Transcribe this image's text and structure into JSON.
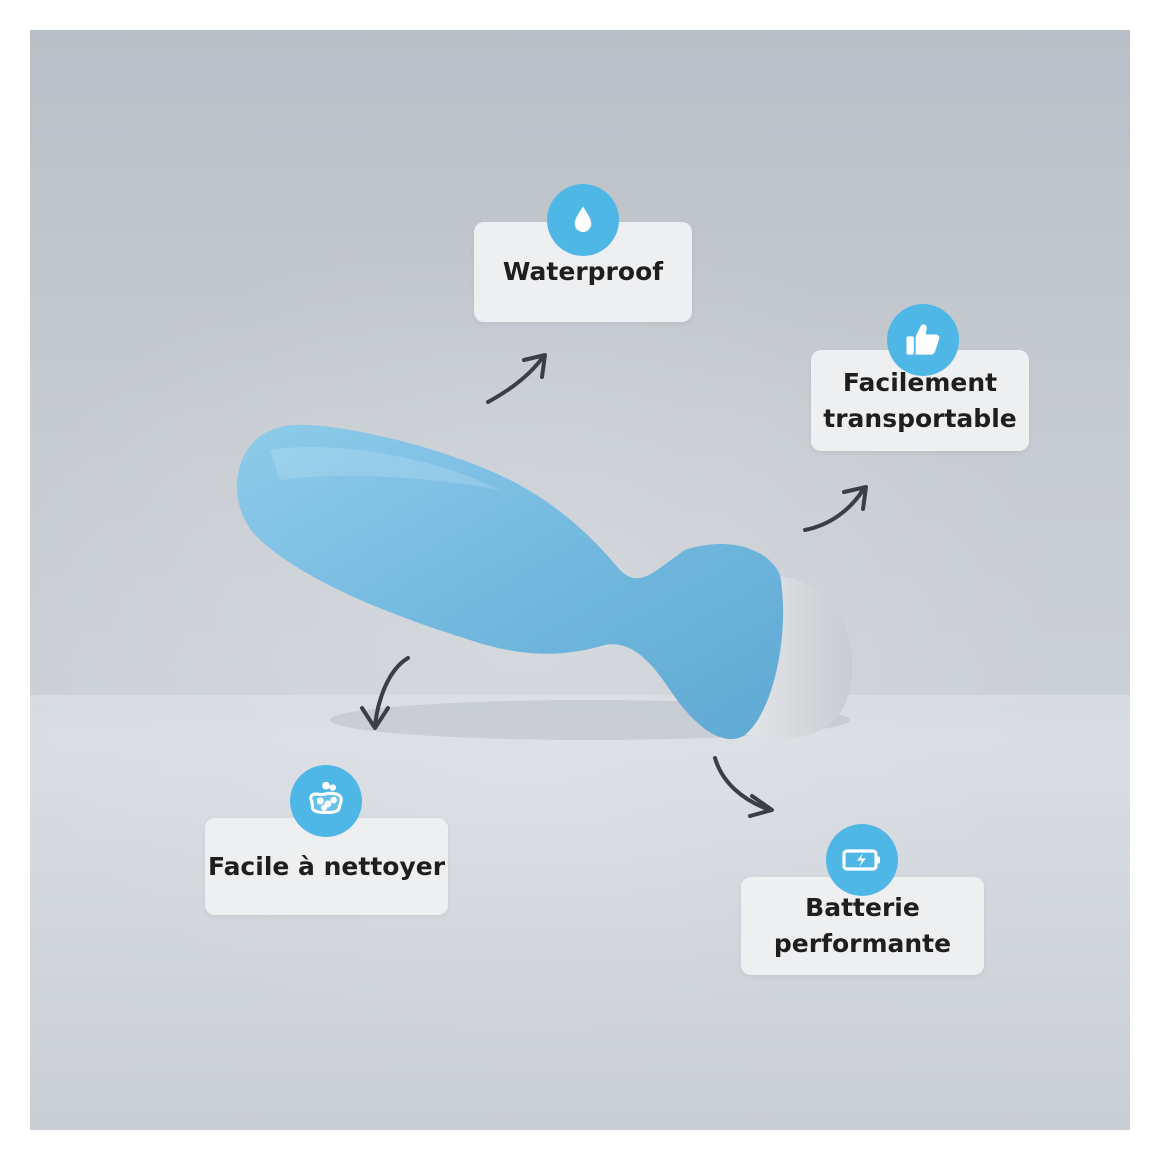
{
  "features": [
    {
      "id": "waterproof",
      "lines": [
        "Waterproof"
      ],
      "icon": "water-drop-icon"
    },
    {
      "id": "transport",
      "lines": [
        "Facilement",
        "transportable"
      ],
      "icon": "thumbs-up-icon"
    },
    {
      "id": "clean",
      "lines": [
        "Facile à nettoyer"
      ],
      "icon": "sponge-icon"
    },
    {
      "id": "battery",
      "lines": [
        "Batterie",
        "performante"
      ],
      "icon": "battery-charging-icon"
    }
  ],
  "colors": {
    "accent": "#4fb7e6",
    "product": "#7dc0e3",
    "arrow": "#3b3f44"
  }
}
